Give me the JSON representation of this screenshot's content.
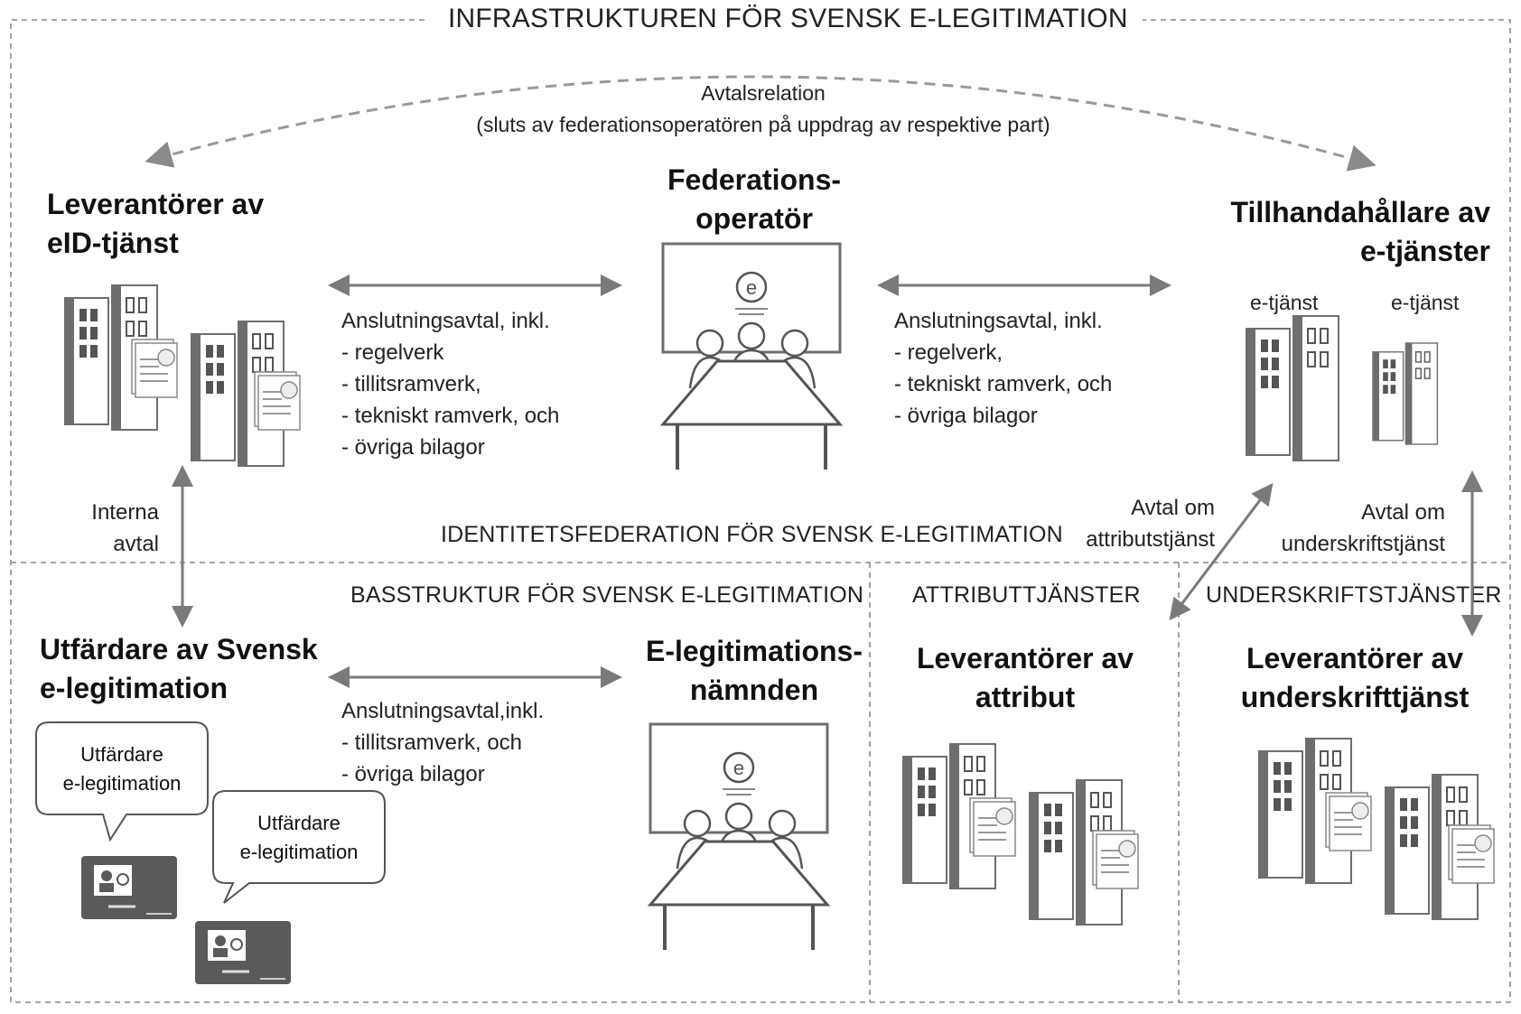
{
  "title": "INFRASTRUKTUREN FÖR SVENSK E-LEGITIMATION",
  "avtalsrelation": {
    "line1": "Avtalsrelation",
    "line2": "(sluts av federationsoperatören på uppdrag av respektive part)"
  },
  "actors": {
    "eid_providers": {
      "line1": "Leverantörer av",
      "line2": "eID-tjänst"
    },
    "federation_operator": {
      "line1": "Federations-",
      "line2": "operatör"
    },
    "eservice_providers": {
      "line1": "Tillhandahållare av",
      "line2": "e-tjänster"
    },
    "issuers": {
      "line1": "Utfärdare av Svensk",
      "line2": "e-legitimation"
    },
    "board": {
      "line1": "E-legitimations-",
      "line2": "nämnden"
    },
    "attribute_providers": {
      "line1": "Leverantörer av",
      "line2": "attribut"
    },
    "signature_providers": {
      "line1": "Leverantörer av",
      "line2": "underskrifttjänst"
    }
  },
  "eservice_labels": [
    "e-tjänst",
    "e-tjänst"
  ],
  "agreement_left": {
    "title": "Anslutningsavtal, inkl.",
    "items": [
      "- regelverk",
      "- tillitsramverk,",
      "- tekniskt ramverk, och",
      "- övriga bilagor"
    ]
  },
  "agreement_right": {
    "title": "Anslutningsavtal, inkl.",
    "items": [
      "- regelverk,",
      "- tekniskt ramverk, och",
      "- övriga bilagor"
    ]
  },
  "agreement_bottom": {
    "title": "Anslutningsavtal,inkl.",
    "items": [
      "- tillitsramverk, och",
      "- övriga bilagor"
    ]
  },
  "internal_agreement": {
    "line1": "Interna",
    "line2": "avtal"
  },
  "attribute_agreement": {
    "line1": "Avtal om",
    "line2": "attributstjänst"
  },
  "signature_agreement": {
    "line1": "Avtal om",
    "line2": "underskriftstjänst"
  },
  "zones": {
    "identity_federation": "IDENTITETSFEDERATION FÖR SVENSK E-LEGITIMATION",
    "base_structure": "BASSTRUKTUR FÖR SVENSK E-LEGITIMATION",
    "attribute_services": "ATTRIBUTTJÄNSTER",
    "signature_services": "UNDERSKRIFTSTJÄNSTER"
  },
  "bubbles": [
    {
      "line1": "Utfärdare",
      "line2": "e-legitimation"
    },
    {
      "line1": "Utfärdare",
      "line2": "e-legitimation"
    }
  ],
  "icons": [
    "office-buildings-icon",
    "meeting-table-icon",
    "e-logo-icon",
    "id-card-icon",
    "speech-bubble-icon",
    "certificate-document-icon"
  ],
  "colors": {
    "line": "#8a8a8a",
    "building": "#7d7d7d",
    "building_dark": "#555555",
    "arrow": "#777777"
  }
}
